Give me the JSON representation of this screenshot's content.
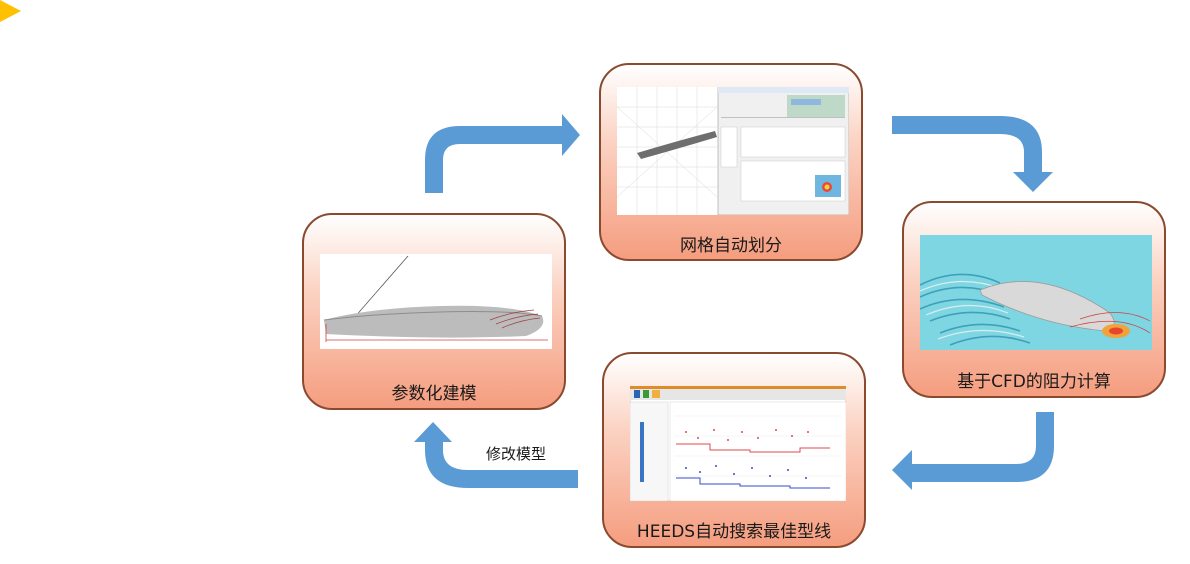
{
  "steps": {
    "modeling": {
      "label": "参数化建模"
    },
    "meshing": {
      "label": "网格自动划分"
    },
    "cfd": {
      "label": "基于CFD的阻力计算"
    },
    "heeds": {
      "label": "HEEDS自动搜索最佳型线"
    }
  },
  "loop": {
    "modify_label": "修改模型"
  },
  "colors": {
    "arrow": "#5b9bd5",
    "box_border": "#8a4a2f",
    "box_top": "#ffffff",
    "box_bottom": "#f59d7f",
    "marker": "#ffc000"
  },
  "icons": {
    "corner": "triangle-right-icon",
    "flow": "curved-arrow-icon"
  }
}
